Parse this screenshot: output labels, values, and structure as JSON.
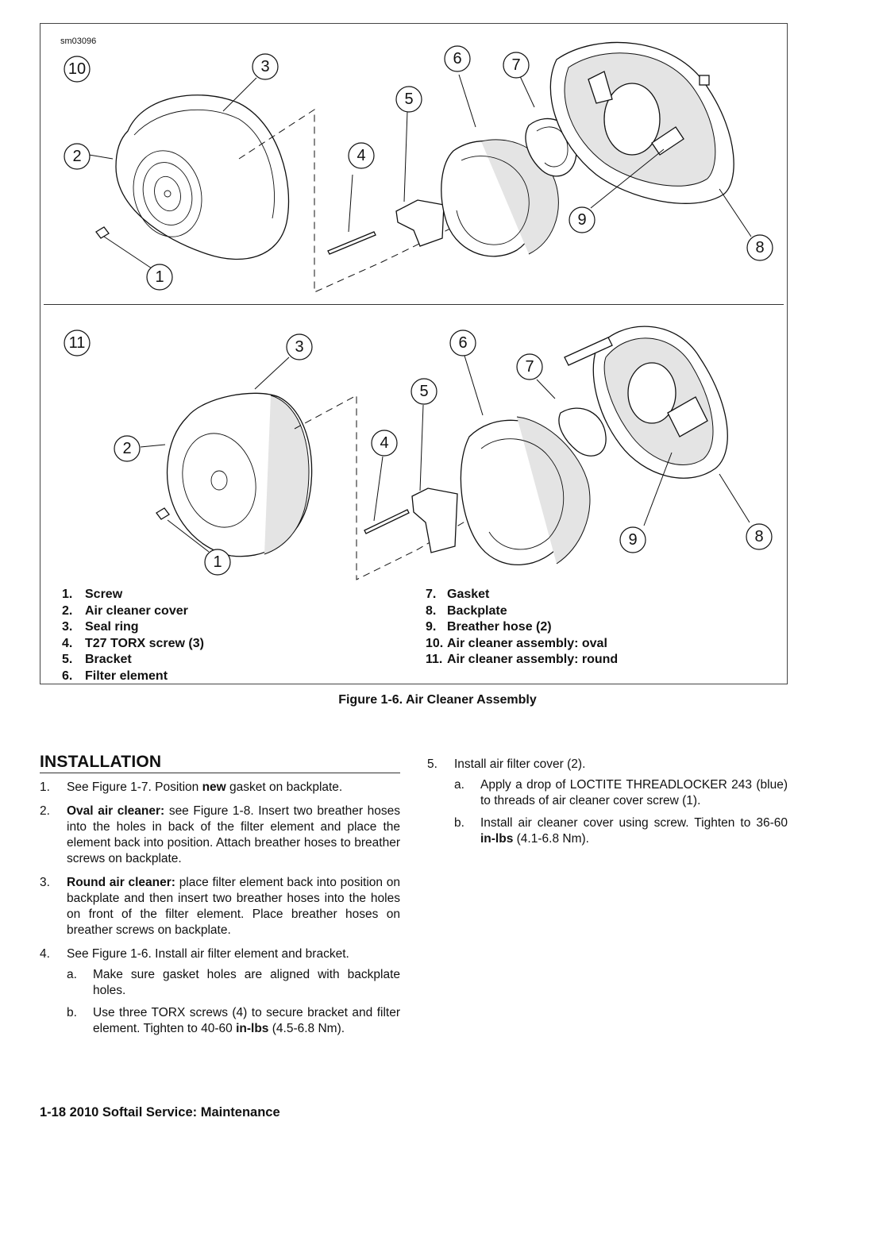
{
  "figure": {
    "id_label": "sm03096",
    "callouts_top": [
      "10",
      "3",
      "2",
      "1",
      "4",
      "5",
      "6",
      "7",
      "9",
      "8"
    ],
    "callouts_bottom": [
      "11",
      "3",
      "2",
      "1",
      "4",
      "5",
      "6",
      "7",
      "9",
      "8"
    ],
    "legend_left": [
      {
        "num": "1.",
        "label": "Screw"
      },
      {
        "num": "2.",
        "label": "Air cleaner cover"
      },
      {
        "num": "3.",
        "label": "Seal ring"
      },
      {
        "num": "4.",
        "label": "T27 TORX screw (3)"
      },
      {
        "num": "5.",
        "label": "Bracket"
      },
      {
        "num": "6.",
        "label": "Filter element"
      }
    ],
    "legend_right": [
      {
        "num": "7.",
        "label": "Gasket"
      },
      {
        "num": "8.",
        "label": "Backplate"
      },
      {
        "num": "9.",
        "label": "Breather hose (2)"
      },
      {
        "num": "10.",
        "label": "Air cleaner assembly: oval"
      },
      {
        "num": "11.",
        "label": "Air cleaner assembly: round"
      }
    ],
    "caption": "Figure 1-6. Air Cleaner Assembly"
  },
  "installation": {
    "title": "INSTALLATION",
    "step1": {
      "num": "1.",
      "pre": "See Figure 1-7. Position ",
      "bold": "new",
      "post": " gasket on backplate."
    },
    "step2": {
      "num": "2.",
      "bold": "Oval air cleaner:",
      "text": " see Figure 1-8. Insert two breather hoses into the holes in back of the filter element and place the element back into position. Attach breather hoses to breather screws on backplate."
    },
    "step3": {
      "num": "3.",
      "bold": "Round air cleaner:",
      "text": " place filter element back into position on backplate and then insert two breather hoses into the holes on front of the filter element. Place breather hoses on breather screws on backplate."
    },
    "step4": {
      "num": "4.",
      "text": "See Figure 1-6. Install air filter element and bracket.",
      "sub_a": {
        "letter": "a.",
        "text": "Make sure gasket holes are aligned with backplate holes."
      },
      "sub_b": {
        "letter": "b.",
        "pre": "Use three TORX screws (4) to secure bracket and filter element. Tighten to 40-60 ",
        "bold": "in-lbs",
        "post": " (4.5-6.8 Nm)."
      }
    },
    "step5": {
      "num": "5.",
      "text": "Install air filter cover (2).",
      "sub_a": {
        "letter": "a.",
        "text": "Apply a drop of LOCTITE THREADLOCKER 243 (blue) to threads of air cleaner cover screw (1)."
      },
      "sub_b": {
        "letter": "b.",
        "pre": "Install air cleaner cover using screw. Tighten to 36-60 ",
        "bold": "in-lbs",
        "post": " (4.1-6.8 Nm)."
      }
    }
  },
  "footer": "1-18  2010 Softail Service: Maintenance"
}
